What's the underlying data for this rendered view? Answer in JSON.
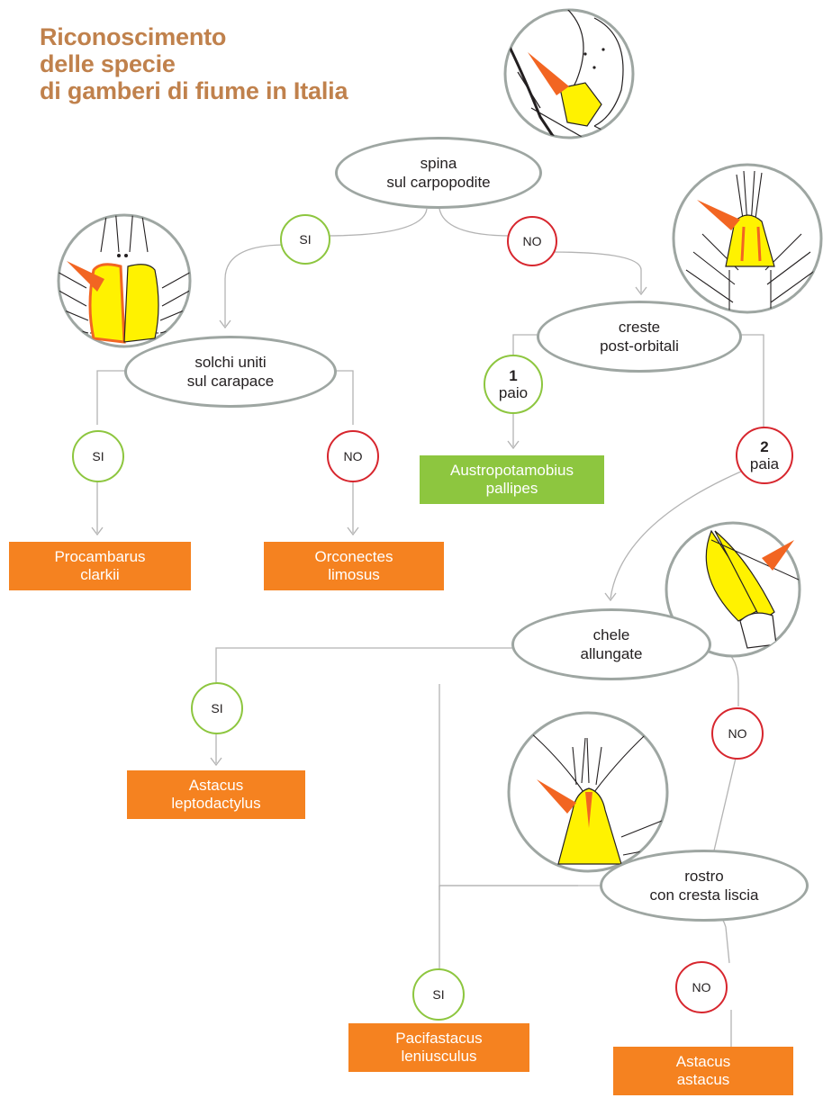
{
  "title": {
    "line1": "Riconoscimento",
    "line2": "delle specie",
    "line3": "di gamberi di fiume in Italia"
  },
  "nodes": {
    "carpopodite": {
      "line1": "spina",
      "line2": "sul carpopodite"
    },
    "solchi": {
      "line1": "solchi uniti",
      "line2": "sul carapace"
    },
    "creste": {
      "line1": "creste",
      "line2": "post-orbitali"
    },
    "chele": {
      "line1": "chele",
      "line2": "allungate"
    },
    "rostro": {
      "line1": "rostro",
      "line2": "con cresta liscia"
    }
  },
  "badges": {
    "carpopodite_si": "SI",
    "carpopodite_no": "NO",
    "solchi_si": "SI",
    "solchi_no": "NO",
    "creste_one_num": "1",
    "creste_one_word": "paio",
    "creste_two_num": "2",
    "creste_two_word": "paia",
    "chele_si": "SI",
    "chele_no": "NO",
    "rostro_si": "SI",
    "rostro_no": "NO"
  },
  "species": {
    "procambarus": {
      "line1": "Procambarus",
      "line2": "clarkii"
    },
    "orconectes": {
      "line1": "Orconectes",
      "line2": "limosus"
    },
    "austropotamobius": {
      "line1": "Austropotamobius",
      "line2": "pallipes"
    },
    "astacus_lepto": {
      "line1": "Astacus",
      "line2": "leptodactylus"
    },
    "pacifastacus": {
      "line1": "Pacifastacus",
      "line2": "leniusculus"
    },
    "astacus_astacus": {
      "line1": "Astacus",
      "line2": "astacus"
    }
  },
  "colors": {
    "title": "#c0814c",
    "yes": "#8dc63f",
    "no": "#d7262e",
    "species_box": "#f58220",
    "native_species_box": "#8dc63f",
    "highlight": "#fff200",
    "pointer": "#f26522",
    "connector": "#b3b3b3",
    "node_border": "#9ea6a2"
  },
  "illustrations": [
    "carpopodite-spine-icon",
    "carapace-grooves-icon",
    "post-orbital-crests-icon",
    "elongated-claw-icon",
    "smooth-rostrum-icon"
  ]
}
